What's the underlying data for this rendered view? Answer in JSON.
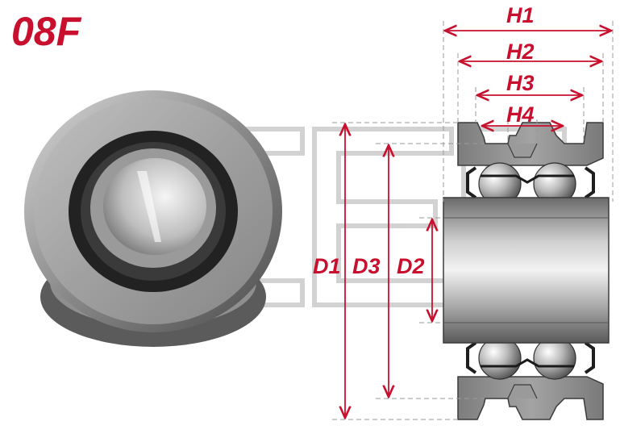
{
  "model_code": "08F",
  "dimension_labels": {
    "h1": "H1",
    "h2": "H2",
    "h3": "H3",
    "h4": "H4",
    "d1": "D1",
    "d2": "D2",
    "d3": "D3"
  },
  "colors": {
    "label_red": "#c8102e",
    "steel_gray": "#8d8d8d",
    "seal_dark": "#2b2b2b",
    "watermark_gray": "#d0d0d0"
  }
}
